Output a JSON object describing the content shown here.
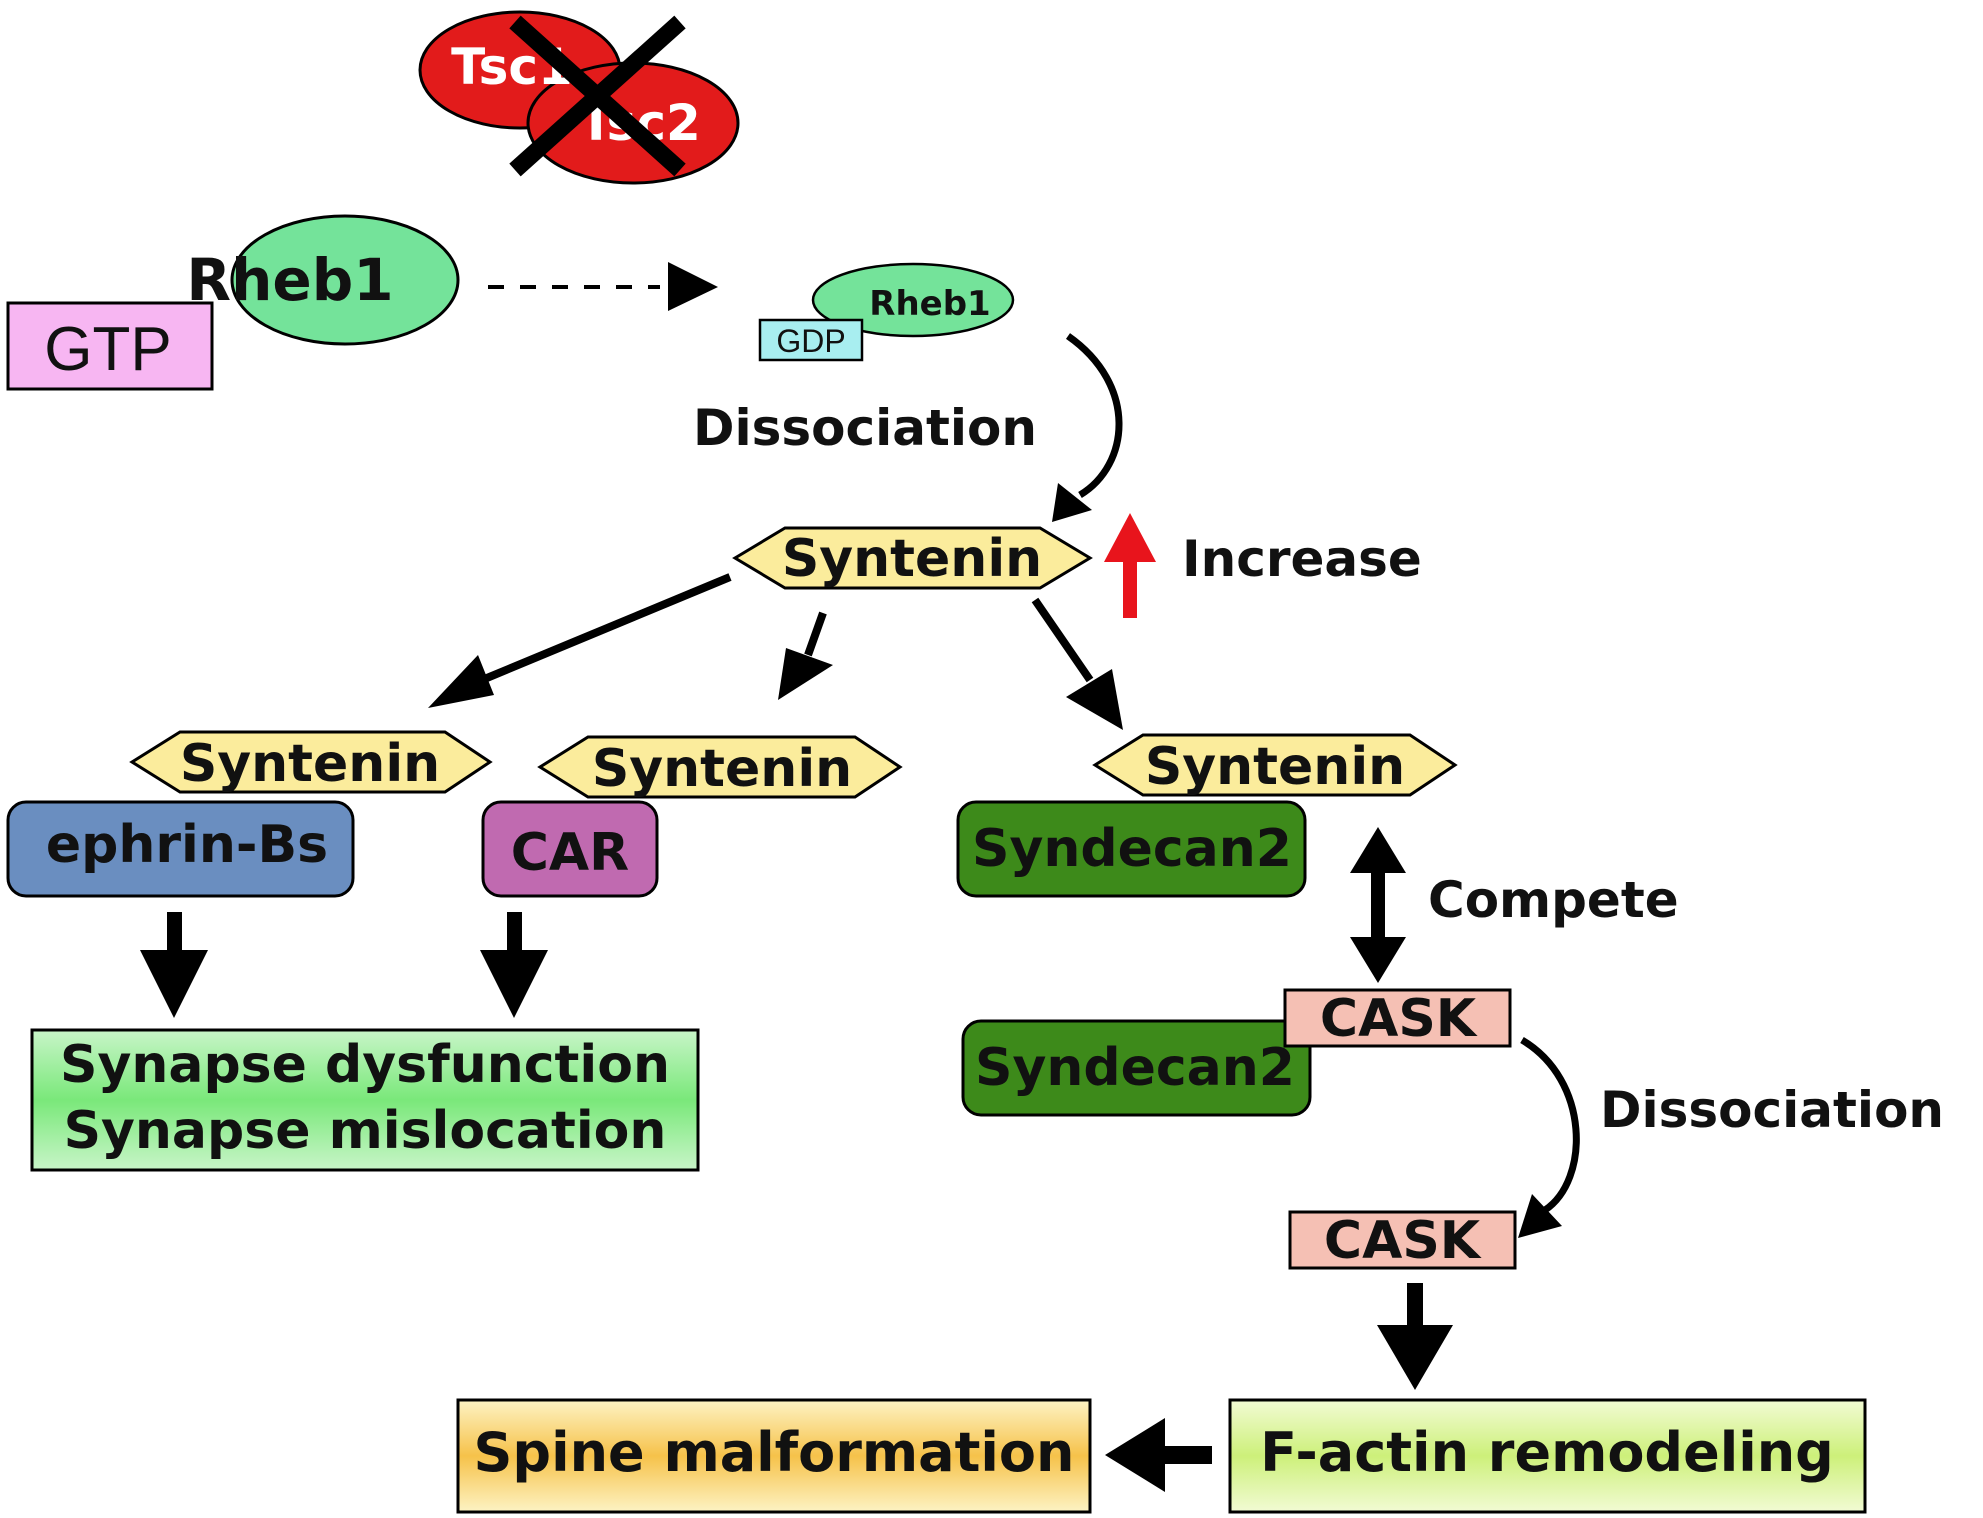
{
  "colors": {
    "tsc": "#e21b1b",
    "rheb": "#74e39a",
    "gtp": "#f7b6f2",
    "gdp": "#a8eef0",
    "syntenin": "#fbec9c",
    "ephrin": "#6a8ec0",
    "car": "#c06ab0",
    "syndecan": "#3d8a1a",
    "cask": "#f5c0b4",
    "increase_arrow": "#e8141c",
    "synapse_box_top": "#c8f5c8",
    "synapse_box_mid": "#7ae87a",
    "spine_box_top": "#fdf3c4",
    "spine_box_mid": "#f6c24a",
    "factin_box_top": "#f2fbd4",
    "factin_box_mid": "#cdf07a"
  },
  "nodes": {
    "tsc1": "Tsc1",
    "tsc2": "Tsc2",
    "rheb_large": "Rheb1",
    "gtp": "GTP",
    "rheb_small": "Rheb1",
    "gdp": "GDP",
    "syntenin_top": "Syntenin",
    "syntenin_left": "Syntenin",
    "syntenin_mid": "Syntenin",
    "syntenin_right": "Syntenin",
    "ephrin": "ephrin-Bs",
    "car": "CAR",
    "syndecan_a": "Syndecan2",
    "syndecan_b": "Syndecan2",
    "cask_bound": "CASK",
    "cask_free": "CASK"
  },
  "labels": {
    "dissociation_1": "Dissociation",
    "increase": "Increase",
    "compete": "Compete",
    "dissociation_2": "Dissociation"
  },
  "outcomes": {
    "synapse_line1": "Synapse dysfunction",
    "synapse_line2": "Synapse mislocation",
    "spine": "Spine malformation",
    "factin": "F-actin remodeling"
  },
  "icons": {
    "knockout": "x-cross-icon"
  }
}
